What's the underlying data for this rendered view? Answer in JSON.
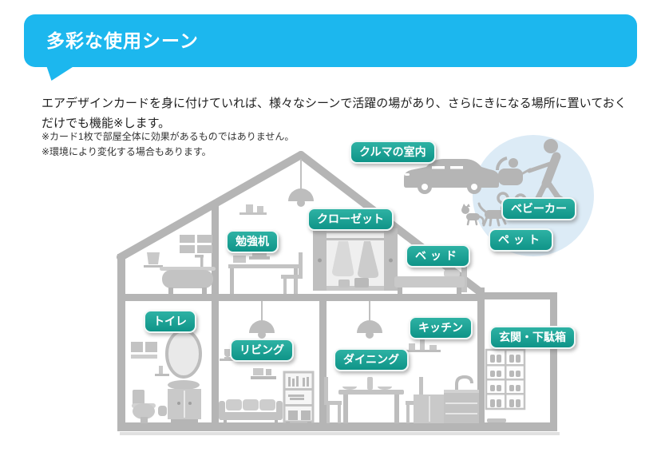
{
  "header": {
    "title": "多彩な使用シーン"
  },
  "intro": {
    "text": "エアデザインカードを身に付けていれば、様々なシーンで活躍の場があり、さらにきになる場所に置いておくだけでも機能※します。"
  },
  "notes": [
    "※カード1枚で部屋全体に効果があるものではありません。",
    "※環境により変化する場合もあります。"
  ],
  "badges": [
    {
      "id": "car-interior",
      "text": "クルマの室内"
    },
    {
      "id": "stroller",
      "text": "ベビーカー"
    },
    {
      "id": "pet",
      "text": "ペット"
    },
    {
      "id": "closet",
      "text": "クローゼット"
    },
    {
      "id": "study-desk",
      "text": "勉強机"
    },
    {
      "id": "bed",
      "text": "ベッド"
    },
    {
      "id": "toilet",
      "text": "トイレ"
    },
    {
      "id": "living",
      "text": "リビング"
    },
    {
      "id": "dining",
      "text": "ダイニング"
    },
    {
      "id": "kitchen",
      "text": "キッチン"
    },
    {
      "id": "entrance-shoe-cabinet",
      "text": "玄関・下駄箱"
    }
  ],
  "icons": [
    "house-cross-section",
    "car-icon",
    "parent-with-stroller-icon",
    "dog-icon",
    "cat-icon"
  ],
  "colors": {
    "header_blue": "#1cb7ee",
    "badge_teal_light": "#2eb2a4",
    "badge_teal_dark": "#0f9488",
    "illustration_gray": "#b5b5b5",
    "scene_circle_blue": "#dcebf6",
    "text_dark": "#1f1f1f"
  }
}
